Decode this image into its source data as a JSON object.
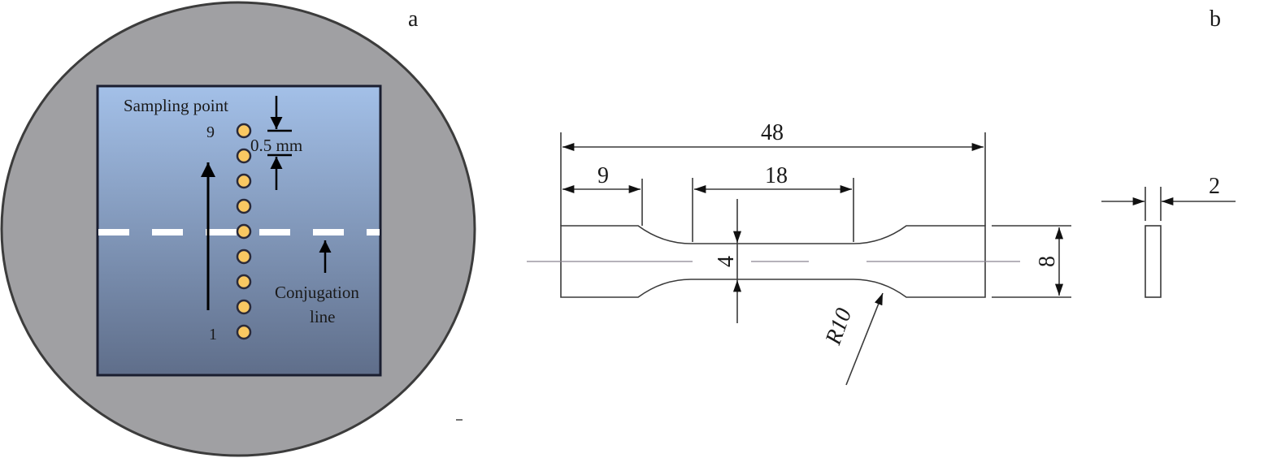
{
  "panel_a": {
    "label": "a",
    "sampling_label": "Sampling point",
    "first_point": "1",
    "last_point": "9",
    "point_count": 9,
    "spacing_label": "0.5 mm",
    "conjugation_label_1": "Conjugation",
    "conjugation_label_2": "line",
    "colors": {
      "disc": "#a0a0a3",
      "plate_top": "#a3c0e8",
      "plate_bottom": "#5f6e8a",
      "point": "#f9c862"
    }
  },
  "panel_b": {
    "label": "b",
    "dim_total_length": "48",
    "dim_grip_length": "9",
    "dim_gauge_length": "18",
    "dim_gauge_width": "4",
    "dim_grip_width": "8",
    "dim_thickness": "2",
    "dim_radius": "R10"
  }
}
